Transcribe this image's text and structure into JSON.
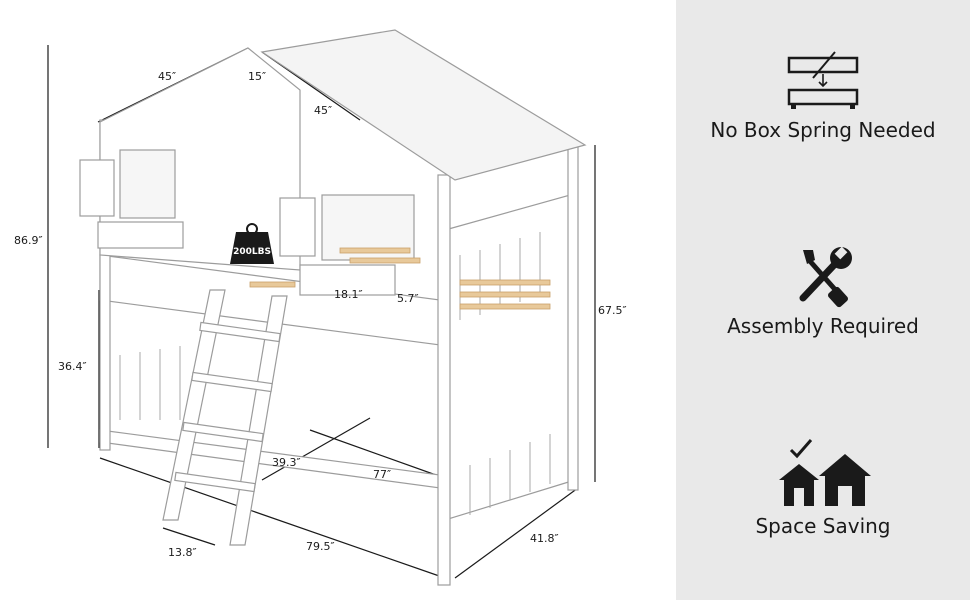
{
  "product": {
    "weight_badge": "200LBS",
    "dimensions": {
      "total_height": "86.9″",
      "roof_width": "45″",
      "window_gap": "15″",
      "roof_length": "45″",
      "right_height": "67.5″",
      "lower_height": "36.4″",
      "shelf_width": "18.1″",
      "shelf_depth": "5.7″",
      "inner_width": "39.3″",
      "inner_length": "77″",
      "ladder_width": "13.8″",
      "total_length": "79.5″",
      "total_width": "41.8″"
    }
  },
  "features": [
    {
      "label": "No Box Spring Needed",
      "icon": "no-box-spring-icon"
    },
    {
      "label": "Assembly Required",
      "icon": "tools-icon"
    },
    {
      "label": "Space Saving",
      "icon": "houses-check-icon"
    }
  ]
}
